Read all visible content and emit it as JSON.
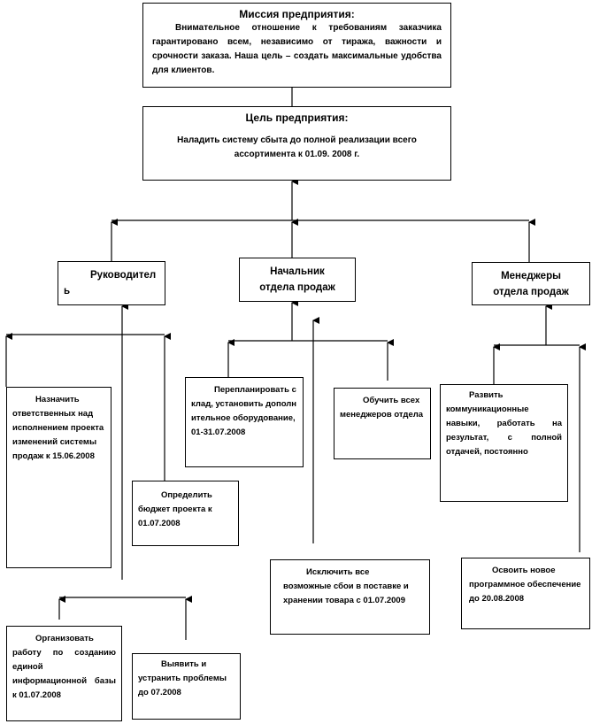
{
  "mission": {
    "title": "Миссия предприятия:",
    "text": "Внимательное отношение к требованиям заказчика гарантировано всем, независимо от тиража, важности и срочности заказа. Наша цель – создать максимальные удобства для клиентов."
  },
  "goal": {
    "title": "Цель предприятия:",
    "text": "Наладить систему сбыта до полной реализации всего ассортимента к 01.09. 2008 г."
  },
  "roles": {
    "head": "Руководитель",
    "sales_chief": "Начальник отдела продаж",
    "managers": "Менеджеры отдела продаж"
  },
  "tasks": {
    "assign": "Назначить ответственных над исполнением проекта изменений системы продаж к 15.06.2008",
    "budget": "Определить бюджет проекта к 01.07.2008",
    "organize": "Организовать работу по созданию единой информационной базы к 01.07.2008",
    "detect": "Выявить и устранить проблемы до 07.2008",
    "replan": "Перепланировать склад, установить дополнительное оборудование, 01-31.07.2008",
    "train": "Обучить всех менеджеров отдела",
    "exclude": "Исключить все возможные сбои в поставке и хранении товара с 01.07.2009",
    "develop": "Развить коммуникационные навыки, работать на результат, с полной отдачей, постоянно",
    "software": "Освоить новое программное обеспечение до 20.08.2008"
  }
}
